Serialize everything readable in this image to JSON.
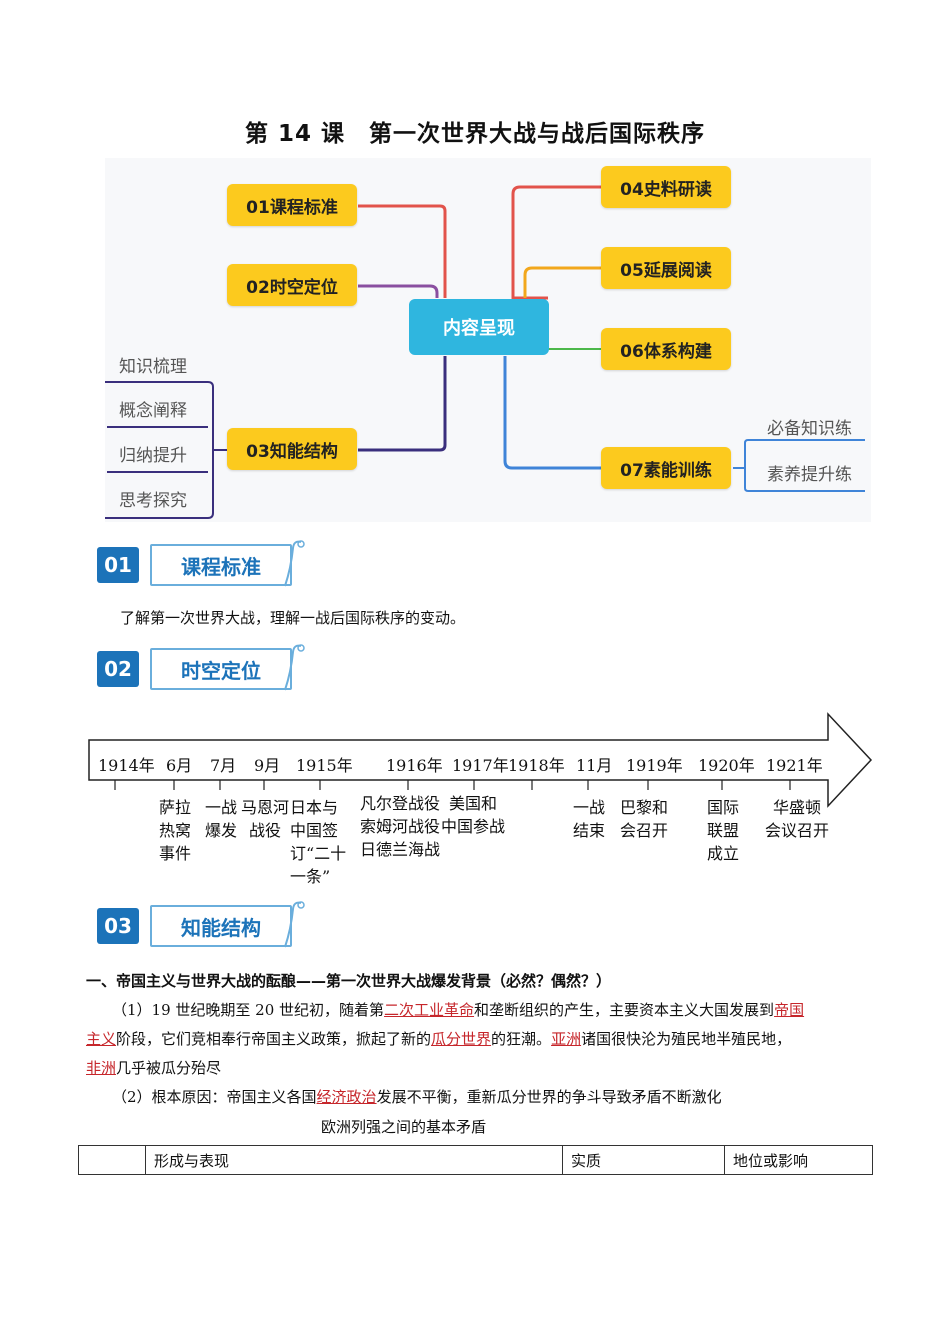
{
  "title": "第 14 课　第一次世界大战与战后国际秩序",
  "mindmap": {
    "center": "内容呈现",
    "n01": "01课程标准",
    "n02": "02时空定位",
    "n03": "03知能结构",
    "n04": "04史料研读",
    "n05": "05延展阅读",
    "n06": "06体系构建",
    "n07": "07素能训练",
    "left_leaves": [
      "知识梳理",
      "概念阐释",
      "归纳提升",
      "思考探究"
    ],
    "right_leaves": [
      "必备知识练",
      "素养提升练"
    ],
    "colors": {
      "node": "#fcca1e",
      "center": "#2fb6df",
      "red": "#e2534b",
      "purple": "#8a4fa0",
      "navy": "#3a2f7d",
      "orange": "#f2a71c",
      "green": "#4cb84a",
      "blue": "#3f84d8"
    }
  },
  "sections": {
    "s01": {
      "num": "01",
      "label": "课程标准"
    },
    "s02": {
      "num": "02",
      "label": "时空定位"
    },
    "s03": {
      "num": "03",
      "label": "知能结构"
    }
  },
  "standard_text": "了解第一次世界大战，理解一战后国际秩序的变动。",
  "timeline": {
    "years": [
      "1914年",
      "6月",
      "7月",
      "9月",
      "1915年",
      "1916年",
      "1917年",
      "1918年",
      "11月",
      "1919年",
      "1920年",
      "1921年"
    ],
    "events": [
      "萨拉\n热窝\n事件",
      "一战\n爆发",
      "马恩河\n战役",
      "日本与\n中国签\n订“二十\n一条”",
      "凡尔登战役\n索姆河战役\n日德兰海战",
      "美国和\n中国参战",
      "一战\n结束",
      "巴黎和\n会召开",
      "国际\n联盟\n成立",
      "华盛顿\n会议召开"
    ]
  },
  "part1": {
    "heading": "一、帝国主义与世界大战的酝酿——第一次世界大战爆发背景（必然？偶然？）",
    "p1": {
      "a": "（1）19 世纪晚期至 20 世纪初，随着第",
      "u1": "二次工业革命",
      "b": "和垄断组织的产生，主要资本主义大国发展到",
      "u2": "帝国",
      "u3": "主义",
      "c": "阶段，它们竞相奉行帝国主义政策，掀起了新的",
      "u4": "瓜分世界",
      "d": "的狂潮。",
      "u5": "亚洲",
      "e": "诸国很快沦为殖民地半殖民地，",
      "u6": "非洲",
      "f": "几乎被瓜分殆尽"
    },
    "p2": {
      "a": "（2）根本原因：帝国主义各国",
      "u1": "经济政治",
      "b": "发展不平衡，重新瓜分世界的争斗导致矛盾不断激化"
    },
    "table_caption": "欧洲列强之间的基本矛盾",
    "table_headers": [
      "",
      "形成与表现",
      "实质",
      "地位或影响"
    ]
  }
}
